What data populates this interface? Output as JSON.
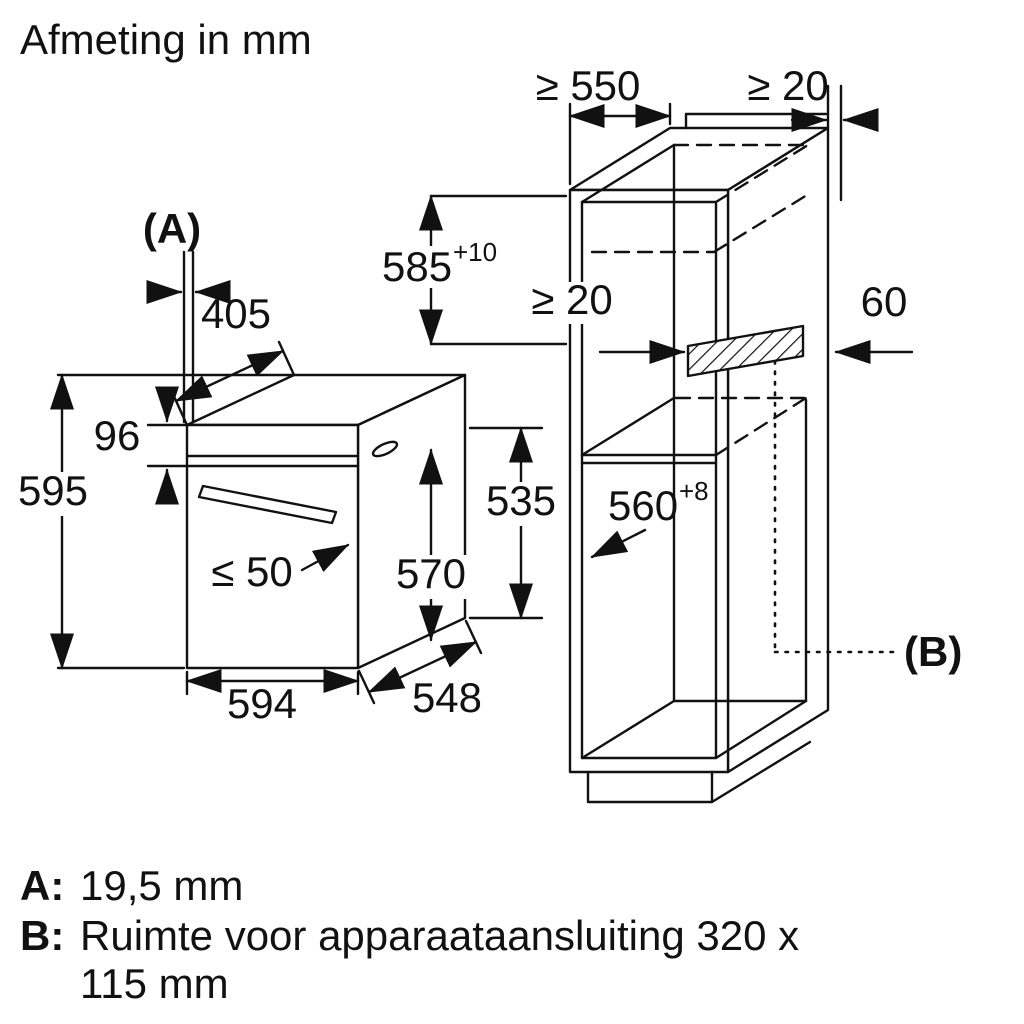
{
  "title": "Afmeting in mm",
  "colors": {
    "line": "#111111",
    "background": "#ffffff"
  },
  "oven": {
    "label_a": "(A)",
    "dims": {
      "top_depth": "405",
      "panel_height": "96",
      "height": "595",
      "handle_clearance": "≤ 50",
      "depth_with_door": "570",
      "width": "594",
      "depth": "548",
      "side_height": "535"
    }
  },
  "cabinet": {
    "label_b": "(B)",
    "dims": {
      "min_depth": "≥ 550",
      "top_rear_gap": "≥ 20",
      "niche_height": "585",
      "niche_height_tolerance": "+10",
      "rear_gap": "≥ 20",
      "rear_clearance": "60",
      "niche_width": "560",
      "niche_width_tolerance": "+8"
    }
  },
  "legend": {
    "a_key": "A:",
    "a_value": "19,5 mm",
    "b_key": "B:",
    "b_value_line1": "Ruimte voor apparaataansluiting 320 x",
    "b_value_line2": "115 mm"
  }
}
